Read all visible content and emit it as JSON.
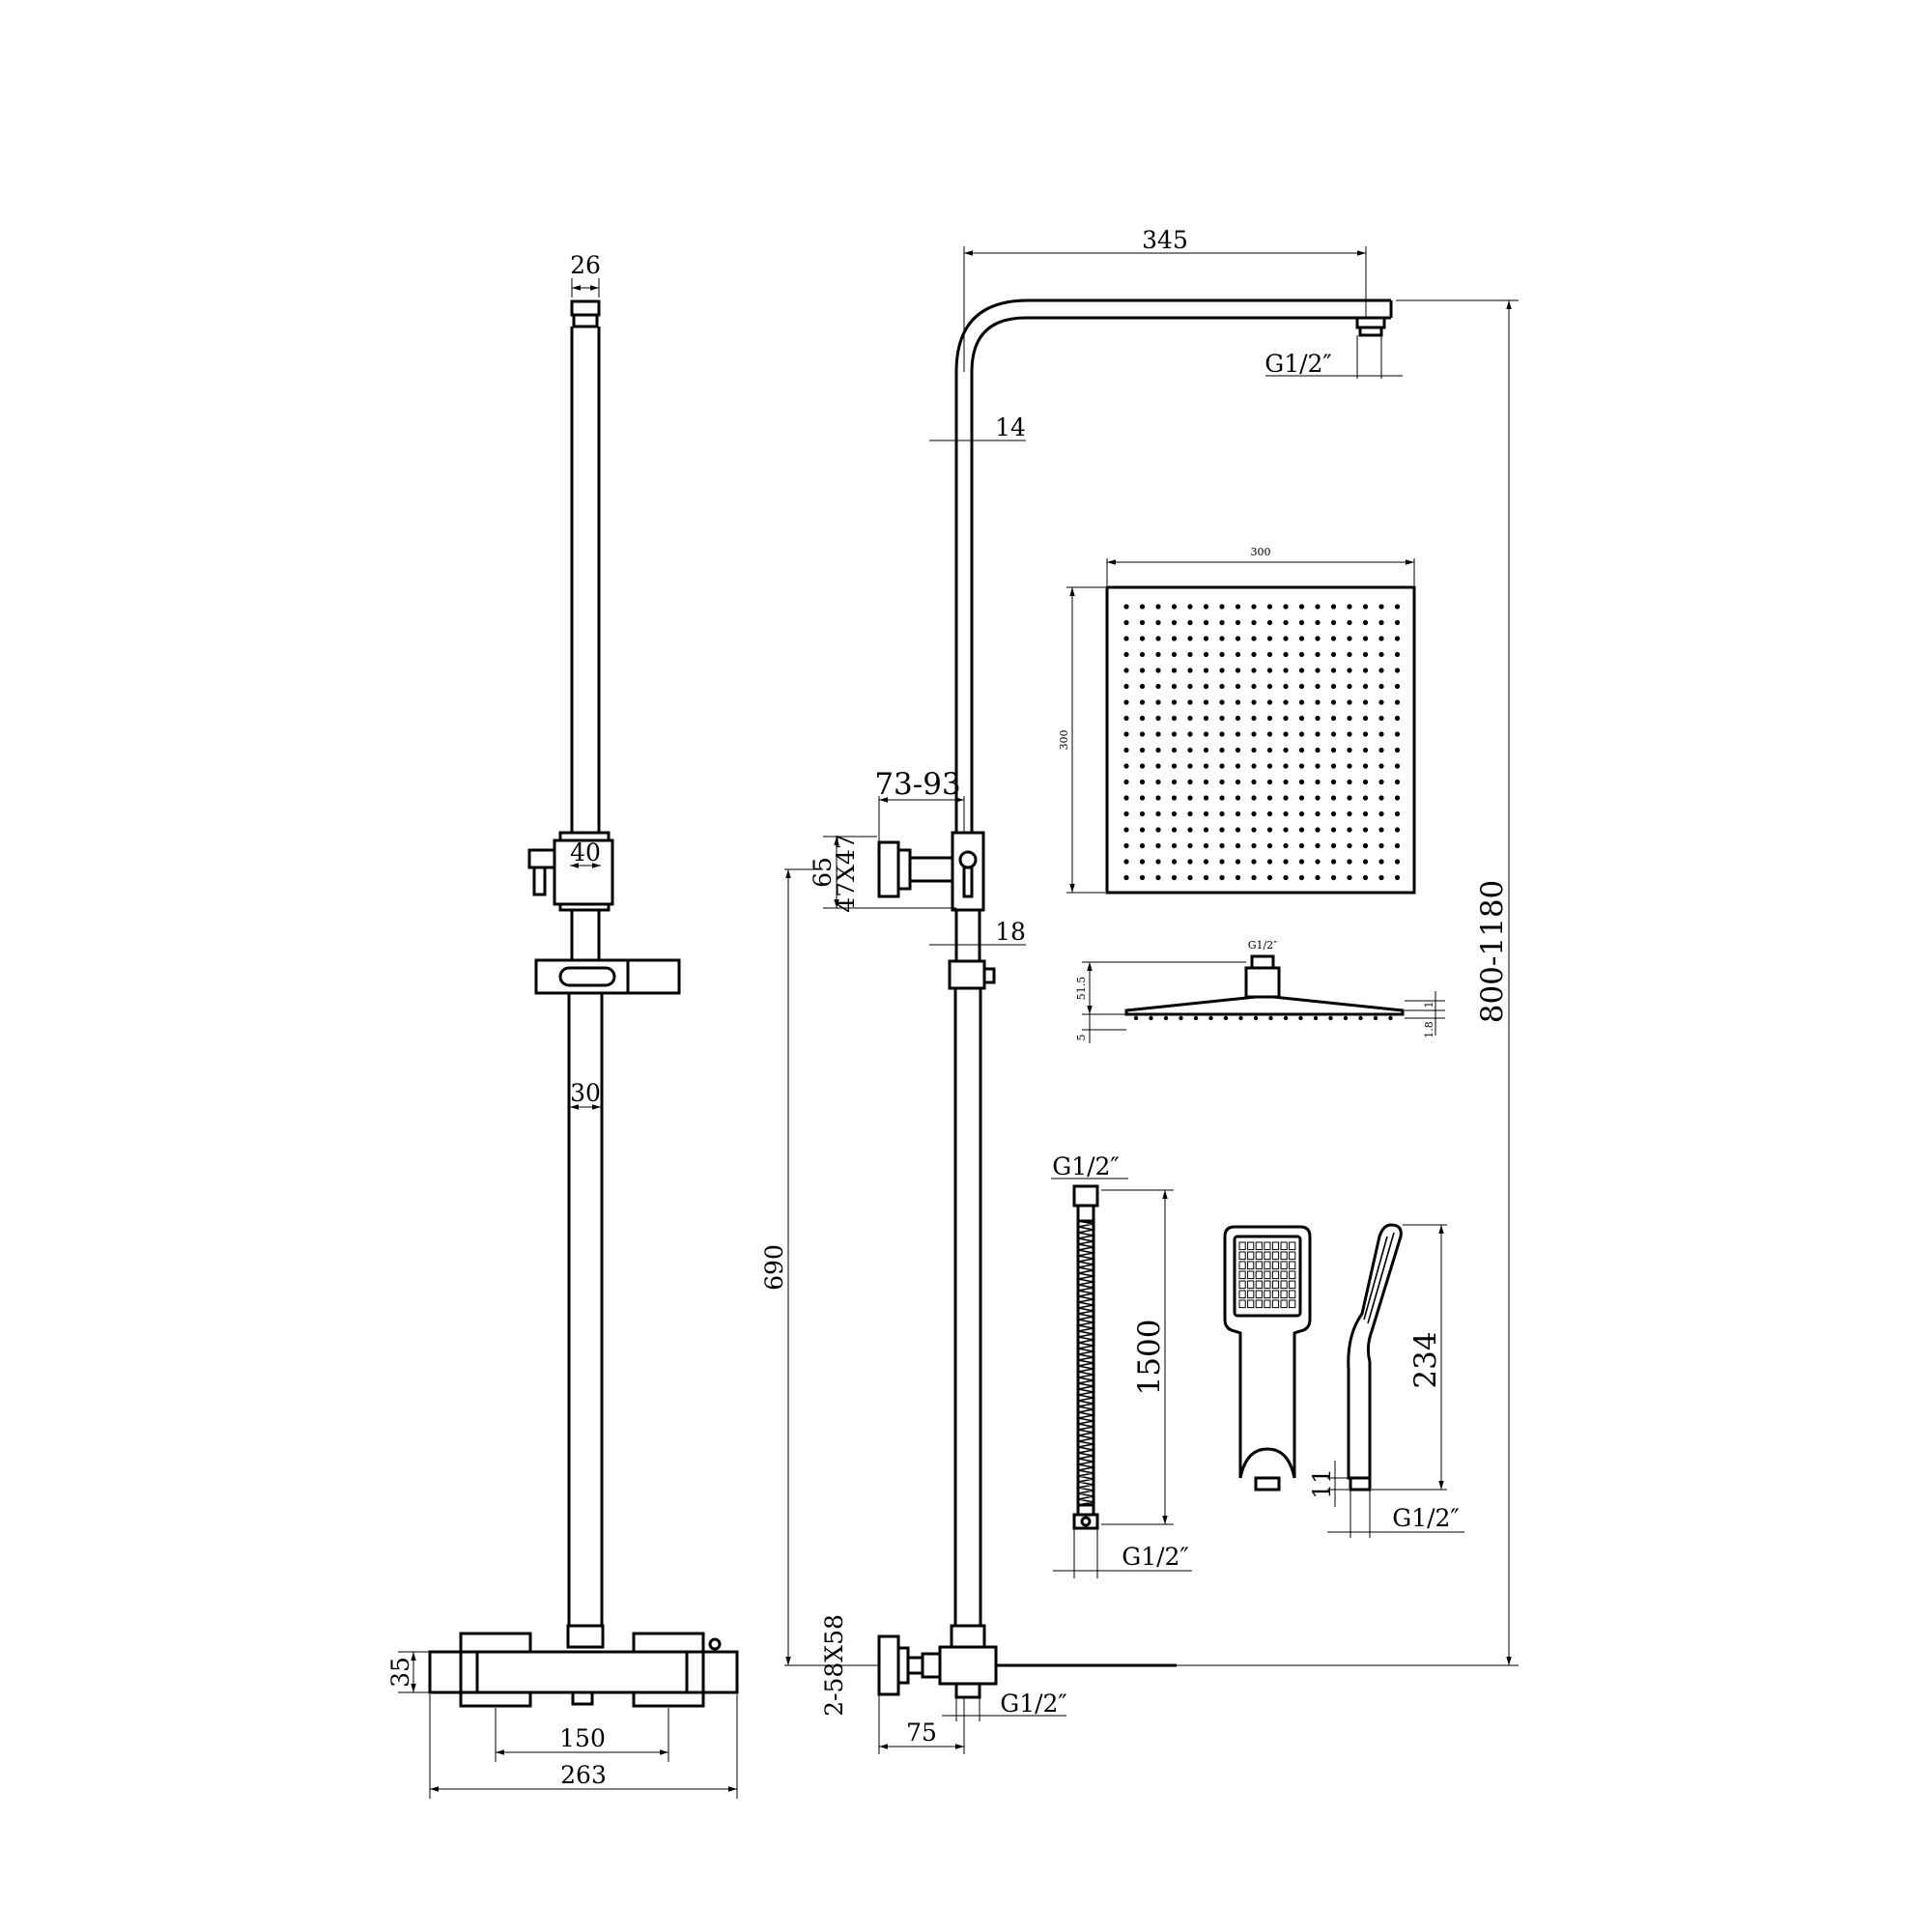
{
  "drawing": {
    "front_view": {
      "top_width": "26",
      "holder_width": "40",
      "pipe_width": "30",
      "valve_height": "35",
      "inlet_centers": "150",
      "overall_width": "263"
    },
    "side_view": {
      "arm_reach": "345",
      "arm_thread": "G1/2″",
      "pipe_diameter": "14",
      "adjust_range": "73-93",
      "bracket_offset": "65",
      "bracket_size": "47X47",
      "lower_pipe": "18",
      "height_range": "800-1180",
      "lower_height": "690",
      "wall_plate": "2-58X58",
      "outlet_thread": "G1/2″",
      "outlet_offset": "75"
    },
    "rain_head": {
      "width": "300",
      "depth": "300",
      "thread": "G1/2″",
      "profile_height": "51.5",
      "plate_height": "5",
      "edge_a": "1",
      "edge_b": "1.8"
    },
    "hose": {
      "top_thread": "G1/2″",
      "length": "1500",
      "bottom_thread": "G1/2″"
    },
    "hand_shower": {
      "length": "234",
      "connector": "11",
      "thread": "G1/2″"
    }
  }
}
